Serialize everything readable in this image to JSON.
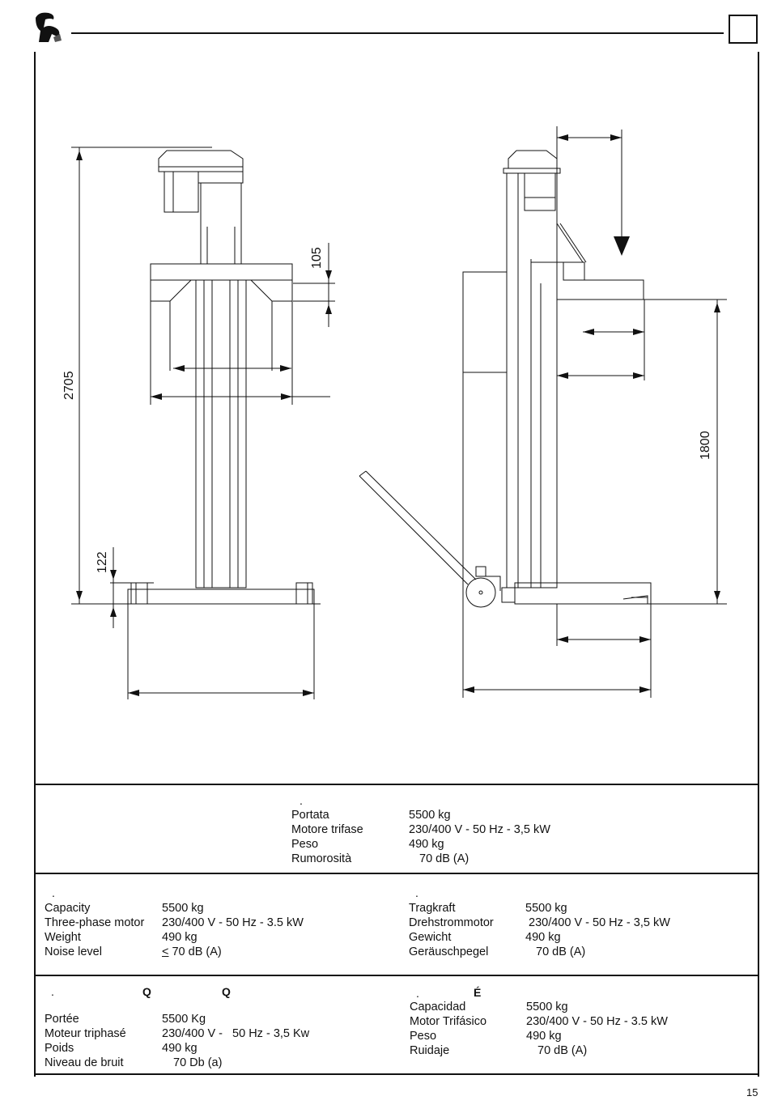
{
  "drawing": {
    "dimensions": {
      "total_height": "2705",
      "arm_offset": "105",
      "base_height": "122",
      "lift_height": "1800"
    }
  },
  "italian": {
    "heading_mark": ".",
    "rows": [
      {
        "label": "Portata",
        "value": "5500 kg"
      },
      {
        "label": "Motore trifase",
        "value": "230/400 V - 50 Hz - 3,5 kW"
      },
      {
        "label": "Peso",
        "value": "490 kg"
      },
      {
        "label": "Rumorosità",
        "value": "70 dB (A)"
      }
    ]
  },
  "english": {
    "heading_mark": ".",
    "rows": [
      {
        "label": "Capacity",
        "value": "5500 kg"
      },
      {
        "label": "Three-phase motor",
        "value": "230/400 V - 50 Hz - 3.5 kW"
      },
      {
        "label": "Weight",
        "value": "490 kg"
      },
      {
        "label": "Noise level",
        "value_prefix": "<",
        "value": " 70 dB (A)"
      }
    ]
  },
  "german": {
    "heading_mark": ".",
    "rows": [
      {
        "label": "Tragkraft",
        "value": "5500 kg"
      },
      {
        "label": "Drehstrommotor",
        "value": "230/400 V - 50 Hz - 3,5 kW"
      },
      {
        "label": "Gewicht",
        "value": "490 kg"
      },
      {
        "label": "Geräuschpegel",
        "value": "70 dB (A)"
      }
    ]
  },
  "french": {
    "heading_mark": ".",
    "heading_q1": "Q",
    "heading_q2": "Q",
    "rows": [
      {
        "label": "Portée",
        "value": "5500 Kg"
      },
      {
        "label": "Moteur triphasé",
        "value": "230/400 V -   50 Hz - 3,5 Kw"
      },
      {
        "label": "Poids",
        "value": "490 kg"
      },
      {
        "label": "Niveau de bruit",
        "value": "70 Db (a)"
      }
    ]
  },
  "spanish": {
    "heading_mark": ".",
    "heading_e": "É",
    "rows": [
      {
        "label": "Capacidad",
        "value": "5500 kg"
      },
      {
        "label": "Motor Trifásico",
        "value": "230/400 V - 50 Hz - 3.5 kW"
      },
      {
        "label": "Peso",
        "value": "490 kg"
      },
      {
        "label": "Ruidaje",
        "value": "70 dB (A)"
      }
    ]
  },
  "footer": {
    "page_number": "15"
  }
}
